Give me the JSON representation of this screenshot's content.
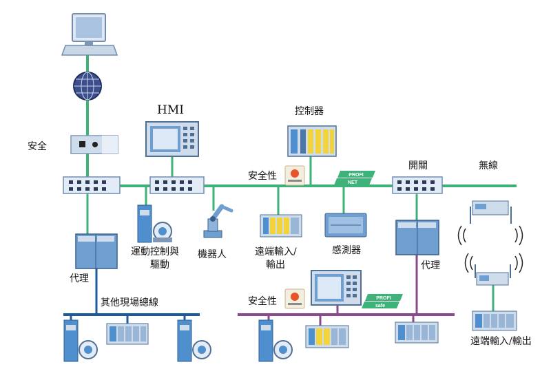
{
  "labels": {
    "security": "安全",
    "hmi": "HMI",
    "controller": "控制器",
    "safety_top": "安全性",
    "switch": "開關",
    "wireless": "無線",
    "motion_line1": "運動控制與",
    "motion_line2": "驅動",
    "robot": "機器人",
    "remote_io_line1": "遠端輸入/",
    "remote_io_line2": "輸出",
    "sensor": "感測器",
    "proxy_left": "代理",
    "proxy_right": "代理",
    "other_fieldbus": "其他現場總線",
    "safety_bottom": "安全性",
    "remote_io_right": "遠端輸入/輸出"
  },
  "logos": {
    "profinet_top": [
      "PROFI",
      "NET"
    ],
    "profisafe": [
      "PROFI",
      "safe"
    ]
  },
  "colors": {
    "ethernet": "#3db37a",
    "other_fieldbus": "#1f5a9a",
    "proxy_bus": "#8a4a8c",
    "device_blue": "#4f8fce",
    "device_light": "#d9e6f2",
    "yellow_module": "#f3d33a"
  }
}
